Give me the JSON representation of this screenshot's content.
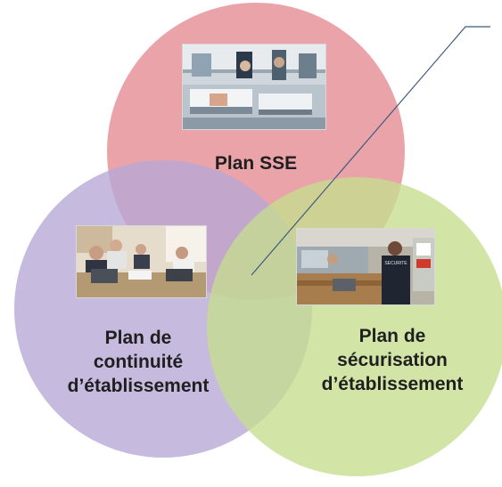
{
  "circles": [
    {
      "id": "sse",
      "fill": "#E89AA0",
      "label_lines": [
        "Plan SSE"
      ]
    },
    {
      "id": "continuite",
      "fill": "#B7A6D6",
      "label_lines": [
        "Plan de",
        "continuité",
        "d’établissement"
      ]
    },
    {
      "id": "securisation",
      "fill": "#C5DE8E",
      "label_lines": [
        "Plan de",
        "sécurisation",
        "d’établissement"
      ]
    }
  ],
  "photos": {
    "sse": "hospital-ward-photo",
    "continuite": "meeting-room-photo",
    "securisation": "security-desk-photo"
  },
  "photo_texts": {
    "securite_badge": "SECURITE"
  },
  "colors": {
    "connector_line": "#3E5A7E",
    "text": "#1f1f1f"
  }
}
